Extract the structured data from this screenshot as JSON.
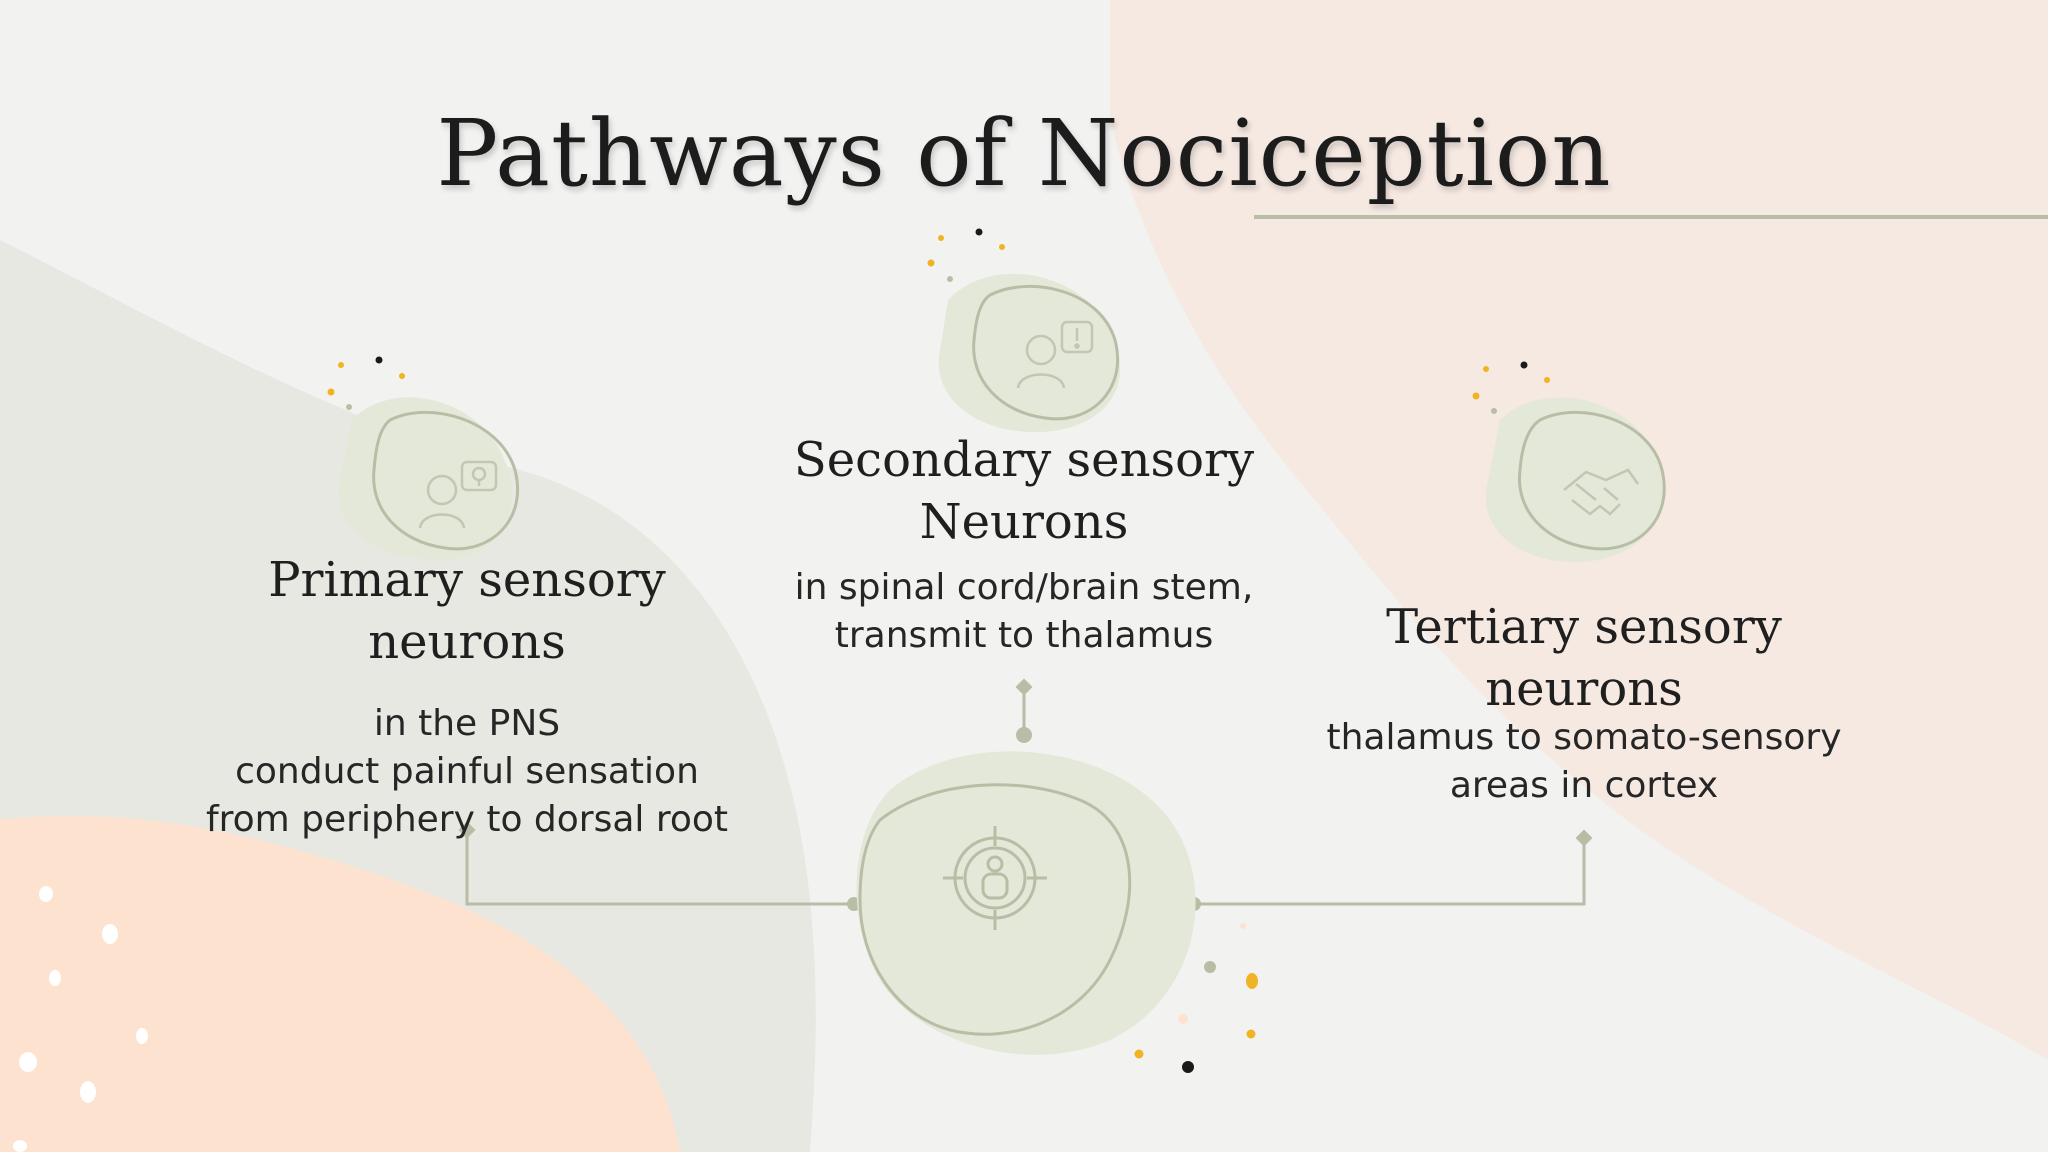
{
  "title": "Pathways of Nociception",
  "colors": {
    "background": "#f2f2f1",
    "sage": "#b8bea6",
    "sage_fill": "#e4e8d8",
    "peach": "#fde2d0",
    "blush": "#f6e9e2",
    "accent_yellow": "#f0b323",
    "dot_dark": "#1a1a1a"
  },
  "primary": {
    "heading_lines": [
      "Primary sensory",
      "neurons"
    ],
    "desc_lines": [
      "in the PNS",
      "conduct painful sensation",
      "from periphery to dorsal root"
    ],
    "icon": "person-idea-icon"
  },
  "secondary": {
    "heading_lines": [
      "Secondary sensory",
      "Neurons"
    ],
    "desc_lines": [
      "in spinal cord/brain stem,",
      "transmit to thalamus"
    ],
    "icon": "person-alert-icon"
  },
  "tertiary": {
    "heading_lines": [
      "Tertiary sensory",
      "neurons"
    ],
    "desc_lines": [
      "thalamus to somato-sensory",
      "areas in cortex"
    ],
    "icon": "handshake-icon"
  },
  "center": {
    "icon": "target-person-icon"
  }
}
